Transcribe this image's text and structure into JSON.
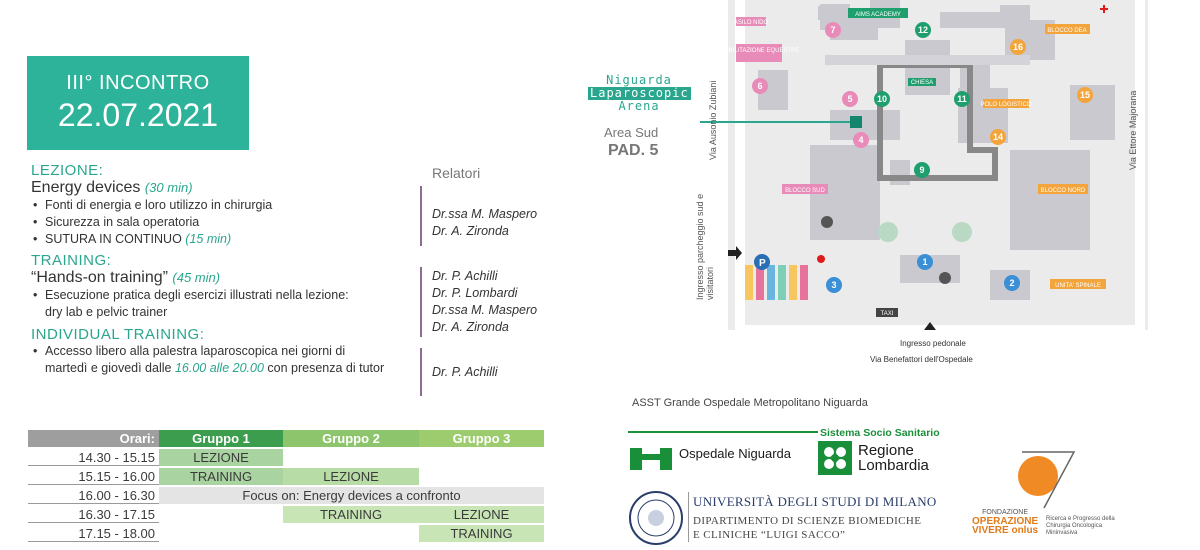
{
  "header": {
    "line1": "III° INCONTRO",
    "line2": "22.07.2021"
  },
  "program": {
    "relatori_label": "Relatori",
    "lezione": {
      "title": "LEZIONE:",
      "topic": "Energy devices",
      "duration": "(30 min)",
      "bullets": [
        "Fonti di energia e loro utilizzo in chirurgia",
        "Sicurezza in sala operatoria"
      ],
      "bullet3_text": "SUTURA IN CONTINUO",
      "bullet3_dur": "(15 min)",
      "speakers": [
        "Dr.ssa M. Maspero",
        "Dr. A. Zironda"
      ]
    },
    "training": {
      "title": "TRAINING:",
      "topic": "“Hands-on training”",
      "duration": "(45 min)",
      "bullet_line1": "Esecuzione pratica degli esercizi illustrati nella lezione:",
      "bullet_line2": "dry lab e pelvic trainer",
      "speakers": [
        "Dr. P. Achilli",
        "Dr. P. Lombardi",
        "Dr.ssa M. Maspero",
        "Dr. A. Zironda"
      ]
    },
    "individual": {
      "title": "INDIVIDUAL TRAINING:",
      "line1": "Accesso libero alla palestra laparoscopica nei giorni di",
      "line2_a": "martedì e giovedì dalle",
      "line2_hl": "16.00 alle 20.00",
      "line2_b": "con presenza di tutor",
      "speakers": [
        "Dr. P. Achilli"
      ]
    }
  },
  "schedule": {
    "headers": [
      "Orari:",
      "Gruppo 1",
      "Gruppo 2",
      "Gruppo 3"
    ],
    "rows": [
      {
        "time": "14.30 - 15.15",
        "g1": "LEZIONE",
        "g2": "",
        "g3": ""
      },
      {
        "time": "15.15 - 16.00",
        "g1": "TRAINING",
        "g2": "LEZIONE",
        "g3": ""
      },
      {
        "time": "16.00 - 16.30",
        "span": "Focus on: Energy devices a confronto"
      },
      {
        "time": "16.30 - 17.15",
        "g1": "",
        "g2": "TRAINING",
        "g3": "LEZIONE"
      },
      {
        "time": "17.15 - 18.00",
        "g1": "",
        "g2": "",
        "g3": "TRAINING"
      }
    ]
  },
  "map": {
    "arena_line1": "Niguarda",
    "arena_line2": "Laparoscopic",
    "arena_line3": "Arena",
    "area": "Area Sud",
    "pad": "PAD. 5",
    "labels": {
      "asilo": "ASILO NIDO",
      "riab": "RIABILITAZIONE EQUESTRE",
      "aims": "AIMS ACADEMY",
      "chiesa": "CHIESA",
      "polo": "POLO LOGISTICO",
      "dea": "BLOCCO DEA",
      "sud": "BLOCCO SUD",
      "nord": "BLOCCO NORD",
      "unita": "UNITA' SPINALE",
      "taxi": "TAXI",
      "parcheggio": "Ingresso parcheggio sud e visitatori",
      "pedonale": "Ingresso pedonale",
      "benefattori": "Via Benefattori dell'Ospedale",
      "zubiani": "Via Ausonio Zubiani",
      "majorana": "Via Ettore Majorana"
    },
    "pins": [
      "1",
      "2",
      "3",
      "4",
      "5",
      "6",
      "7",
      "9",
      "10",
      "11",
      "12",
      "14",
      "15",
      "16"
    ]
  },
  "logos": {
    "asst": "ASST Grande Ospedale Metropolitano Niguarda",
    "ssr": "Sistema Socio Sanitario",
    "ospedale": "Ospedale Niguarda",
    "regione1": "Regione",
    "regione2": "Lombardia",
    "uni1": "UNIVERSITÀ DEGLI STUDI DI MILANO",
    "uni2": "DIPARTIMENTO DI SCIENZE BIOMEDICHE",
    "uni3": "E CLINICHE “LUIGI SACCO”",
    "fond1": "FONDAZIONE",
    "fond2": "OPERAZIONE",
    "fond3": "VIVERE onlus",
    "ricerca": "Ricerca e Progresso della Chirurgia Oncologica Mininvasiva"
  },
  "colors": {
    "accent": "#2db39a",
    "green_dark": "#3d9d4e",
    "pin_pink": "#e98bb8",
    "pin_green": "#1f9e6e",
    "pin_orange": "#f3a43b",
    "pin_blue": "#3a8fd6"
  }
}
